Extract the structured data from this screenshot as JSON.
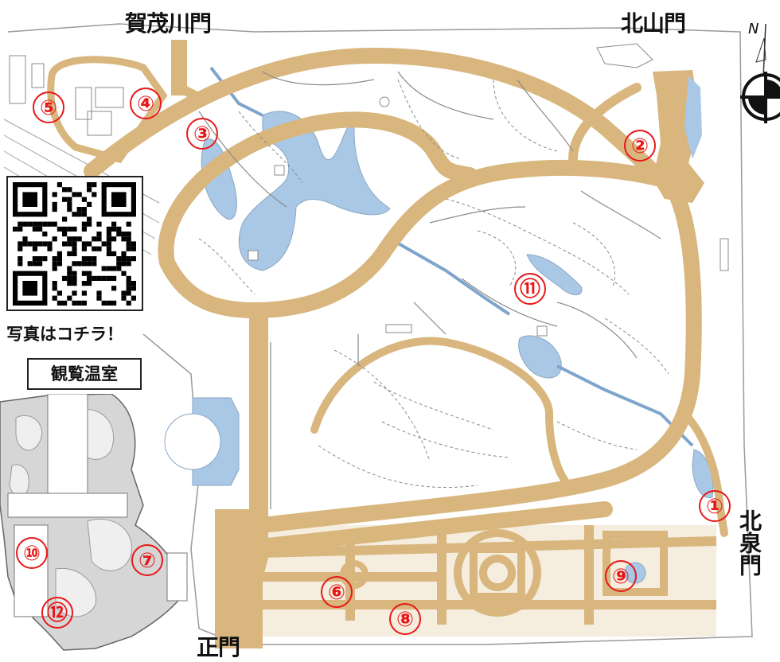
{
  "map": {
    "gates": {
      "kamogawa": "賀茂川門",
      "kitayama": "北山門",
      "kitaizumi": "北泉門",
      "main": "正門"
    },
    "qr_caption": "写真はコチラ！",
    "greenhouse_label": "観覧温室",
    "compass_label": "N",
    "markers": [
      "①",
      "②",
      "③",
      "④",
      "⑤",
      "⑥",
      "⑦",
      "⑧",
      "⑨",
      "⑩",
      "⑪",
      "⑫"
    ],
    "colors": {
      "path": "#d8b67d",
      "water": "#a9c8e6",
      "marker": "#e81818",
      "greenhouse": "#d6d6d6",
      "lines": "#8a8a8a"
    }
  }
}
